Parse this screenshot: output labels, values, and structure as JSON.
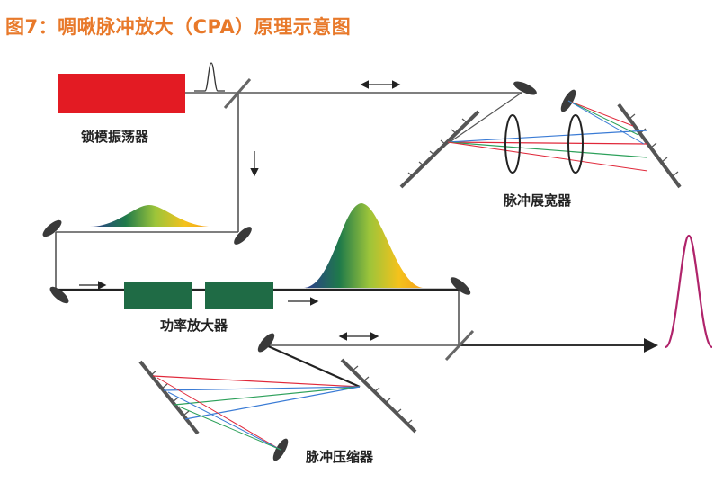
{
  "title": "图7：啁啾脉冲放大（CPA）原理示意图",
  "labels": {
    "oscillator": "锁模振荡器",
    "stretcher": "脉冲展宽器",
    "amplifier": "功率放大器",
    "compressor": "脉冲压缩器"
  },
  "colors": {
    "title": "#e8792a",
    "oscillator": "#e31b23",
    "amplifier": "#1f6b45",
    "output_pulse": "#b0246b",
    "grating": "#555555",
    "ray_red": "#e0283a",
    "ray_green": "#2ca05a",
    "ray_blue": "#3a7bd5"
  }
}
